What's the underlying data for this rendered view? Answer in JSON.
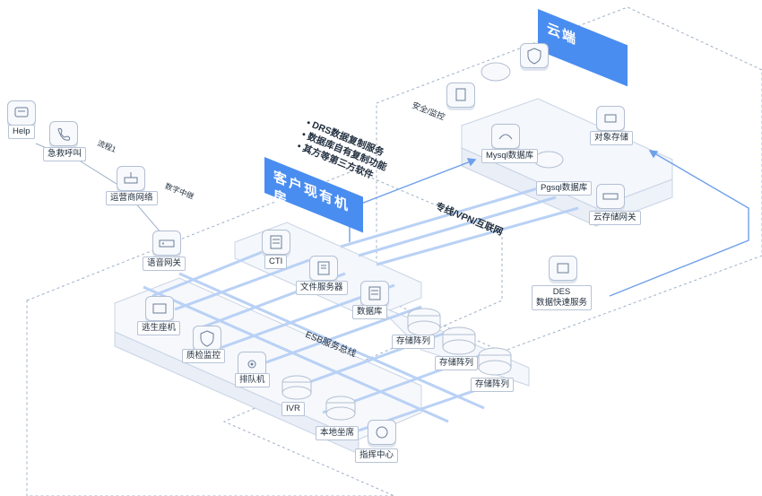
{
  "cloud": {
    "title": "云端",
    "security_label": "安全/监控",
    "nodes": {
      "mysql": "Mysql数据库",
      "pgsql": "Pgsql数据库",
      "object_storage": "对象存储",
      "cloud_gateway": "云存储网关"
    }
  },
  "onprem": {
    "title": "客户现有机房",
    "notes": [
      "DRS数据复制服务",
      "数据库自有复制功能",
      "其方等第三方软件"
    ],
    "bus_label": "ESB服务总线",
    "nodes": {
      "voice_gateway": "语音网关",
      "cti": "CTI",
      "file_server": "文件服务器",
      "database": "数据库",
      "agent_seat": "逃生座机",
      "qa_monitor": "质检监控",
      "queue": "排队机",
      "ivr": "IVR",
      "local_seat": "本地坐席",
      "command_center": "指挥中心",
      "storage1": "存储阵列",
      "storage2": "存储阵列",
      "storage3": "存储阵列"
    }
  },
  "external": {
    "help": "Help",
    "emergency_call": "急救呼叫",
    "flow": "流程1",
    "carrier_network": "运营商网络",
    "digital_relay": "数字中继"
  },
  "links": {
    "wan": "专线/VPN/互联网"
  },
  "des": {
    "line1": "DES",
    "line2": "数据快速服务"
  },
  "icons": {
    "help": "help-icon",
    "phone": "phone-icon",
    "router": "router-icon",
    "gateway": "gateway-icon",
    "server": "server-icon",
    "database": "database-icon",
    "cloud": "cloud-icon",
    "storage": "storage-cylinder-icon"
  },
  "colors": {
    "accent": "#4a8df0",
    "line": "#b9d1f5",
    "border": "#b3bfd2",
    "dash": "#9fb0c8"
  }
}
